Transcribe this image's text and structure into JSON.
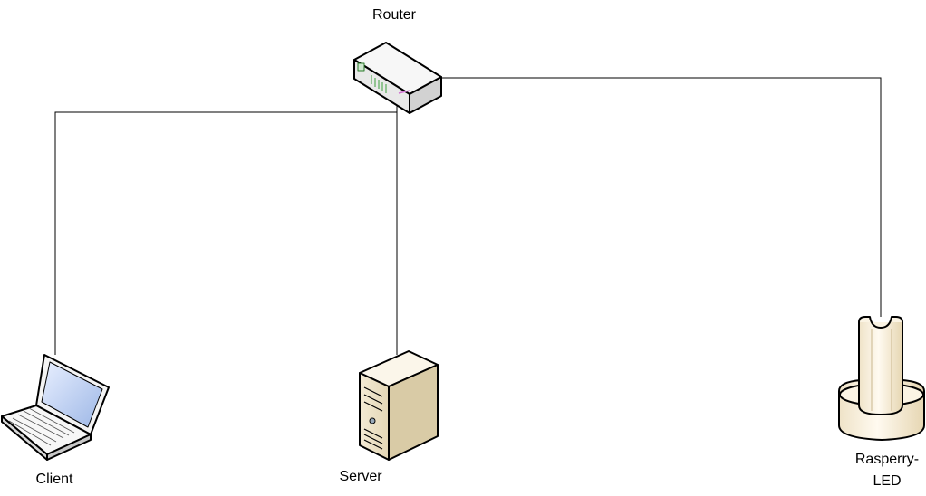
{
  "diagram": {
    "nodes": [
      {
        "id": "router",
        "label": "Router",
        "icon": "router-icon"
      },
      {
        "id": "client",
        "label": "Client",
        "icon": "laptop-icon"
      },
      {
        "id": "server",
        "label": "Server",
        "icon": "server-tower-icon"
      },
      {
        "id": "rasp",
        "label_lines": [
          "Rasperry-",
          "LED"
        ],
        "icon": "raspberry-led-device-icon"
      }
    ],
    "edges": [
      {
        "from": "router",
        "to": "client"
      },
      {
        "from": "router",
        "to": "server"
      },
      {
        "from": "router",
        "to": "rasp"
      }
    ],
    "colors": {
      "line": "#000000",
      "device_body": "#f4f4f4",
      "device_outline": "#000000",
      "cream": "#f6ecd6"
    }
  }
}
